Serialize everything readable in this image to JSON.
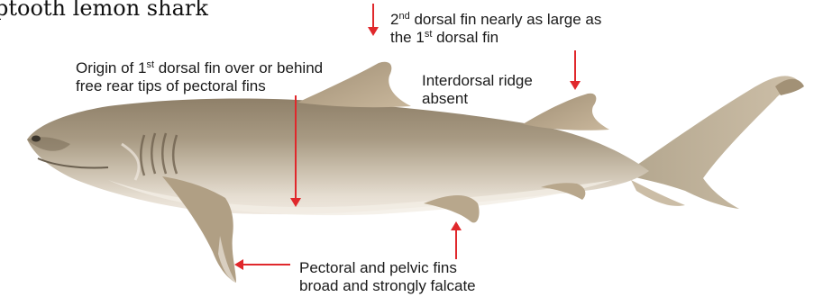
{
  "figure": {
    "title": "ptooth lemon shark",
    "image_label": "shark-photo",
    "accent_color": "#e0282c"
  },
  "annotations": {
    "second_dorsal": {
      "line1_prefix": "2",
      "line1_sup": "nd",
      "line1_rest": " dorsal fin nearly as large as",
      "line2_prefix": "the 1",
      "line2_sup": "st",
      "line2_rest": " dorsal fin"
    },
    "origin_first_dorsal": {
      "line1_prefix": "Origin of 1",
      "line1_sup": "st",
      "line1_rest": " dorsal fin over or behind",
      "line2": "free rear tips of pectoral fins"
    },
    "interdorsal": {
      "line1": "Interdorsal ridge",
      "line2": "absent"
    },
    "fins": {
      "line1": "Pectoral and pelvic fins",
      "line2": "broad and strongly falcate"
    }
  }
}
